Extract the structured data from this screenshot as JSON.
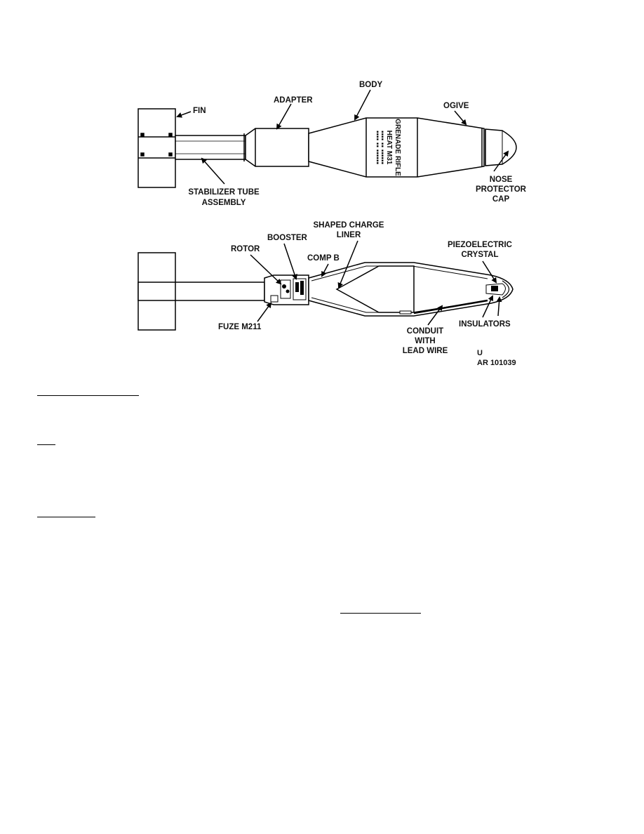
{
  "figure": {
    "external_view": {
      "labels": {
        "fin": "FIN",
        "adapter": "ADAPTER",
        "body": "BODY",
        "ogive": "OGIVE",
        "stabilizer_line1": "STABILIZER TUBE",
        "stabilizer_line2": "ASSEMBLY",
        "nose_line1": "NOSE",
        "nose_line2": "PROTECTOR",
        "nose_line3": "CAP"
      },
      "body_marking": {
        "line1": "GRENADE RIFLE",
        "line2": "HEAT M31"
      }
    },
    "cutaway_view": {
      "labels": {
        "rotor": "ROTOR",
        "booster": "BOOSTER",
        "shaped_line1": "SHAPED CHARGE",
        "shaped_line2": "LINER",
        "comp_b": "COMP B",
        "piezo_line1": "PIEZOELECTRIC",
        "piezo_line2": "CRYSTAL",
        "fuze": "FUZE M211",
        "insulators": "INSULATORS",
        "conduit_line1": "CONDUIT",
        "conduit_line2": "WITH",
        "conduit_line3": "LEAD WIRE"
      }
    },
    "code_line1": "U",
    "code_line2": "AR 101039"
  }
}
